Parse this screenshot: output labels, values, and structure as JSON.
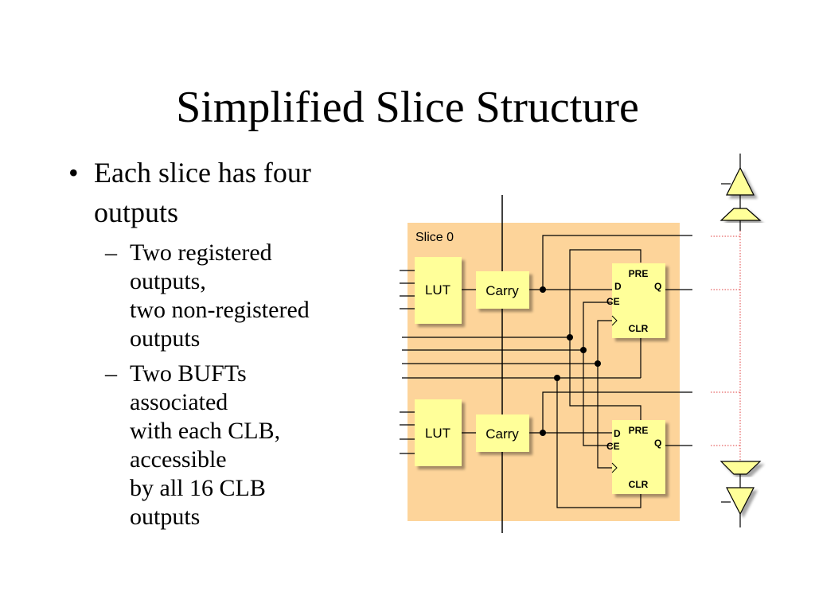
{
  "slide": {
    "title": "Simplified Slice Structure",
    "bullet_marker": "•",
    "sub_marker": "–",
    "bullet1": {
      "lines": [
        "Each slice has four",
        "outputs"
      ]
    },
    "sub1": {
      "lines": [
        "Two registered",
        "outputs,",
        "two non-registered",
        "outputs"
      ]
    },
    "sub2": {
      "lines": [
        "Two BUFTs",
        "associated",
        "with each CLB,",
        "accessible",
        "by all 16 CLB",
        "outputs"
      ]
    }
  },
  "diagram": {
    "slice_label": "Slice 0",
    "lut_label": "LUT",
    "carry_label": "Carry",
    "ff_labels": {
      "pre": "PRE",
      "d": "D",
      "q": "Q",
      "ce": "CE",
      "clr": "CLR"
    },
    "colors": {
      "slice_bg": "#fdd49a",
      "block_fill": "#ffff99",
      "buft_fill": "#ffff99",
      "dotted": "#e04040"
    }
  }
}
